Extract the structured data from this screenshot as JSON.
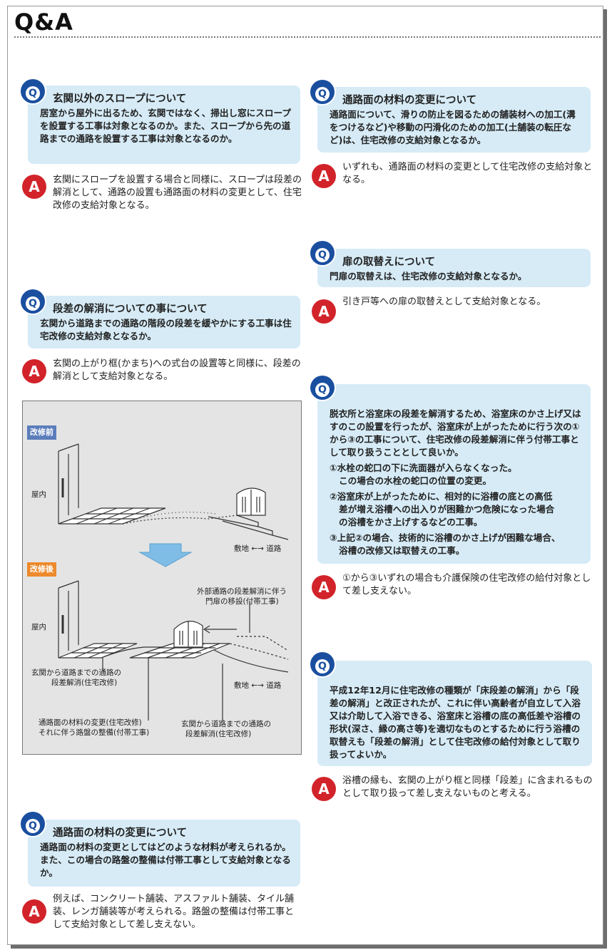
{
  "page_title": "Q&A",
  "badges": {
    "q": "Q",
    "a": "A"
  },
  "colors": {
    "q_badge": "#1a4fa0",
    "a_badge": "#d2232a",
    "q_box": "#d6ebf6",
    "before_label": "#5b7dbb",
    "after_label": "#ec8a2c",
    "arrow": "#7fbde6"
  },
  "qa": [
    {
      "q_title": "玄関以外のスロープについて",
      "q_body": "居室から屋外に出るため、玄関ではなく、掃出し窓にスロープを設置する工事は対象となるのか。また、スロープから先の道路までの通路を設置する工事は対象となるのか。",
      "a_text": "玄関にスロープを設置する場合と同様に、スロープは段差の解消として、通路の設置も通路面の材料の変更として、住宅改修の支給対象となる。"
    },
    {
      "q_title": "段差の解消についての事について",
      "q_body": "玄関から道路までの通路の階段の段差を緩やかにする工事は住宅改修の支給対象となるか。",
      "a_text": "玄関の上がり框(かまち)への式台の設置等と同様に、段差の解消として支給対象となる。"
    },
    {
      "q_title": "通路面の材料の変更について",
      "q_body": "通路面の材料の変更としてはどのような材料が考えられるか。また、この場合の路盤の整備は付帯工事として支給対象となるか。",
      "a_text": "例えば、コンクリート舗装、アスファルト舗装、タイル舗装、レンガ舗装等が考えられる。路盤の整備は付帯工事として支給対象として差し支えない。"
    },
    {
      "q_title": "通路面の材料の変更について",
      "q_body": "通路面について、滑りの防止を図るための舗装材への加工(溝をつけるなど)や移動の円滑化のための加工(土舗装の転圧など)は、住宅改修の支給対象となるか。",
      "a_text": "いずれも、通路面の材料の変更として住宅改修の支給対象となる。"
    },
    {
      "q_title": "扉の取替えについて",
      "q_body": "門扉の取替えは、住宅改修の支給対象となるか。",
      "a_text": "引き戸等への扉の取替えとして支給対象となる。"
    },
    {
      "q_title": "",
      "q_body": "脱衣所と浴室床の段差を解消するため、浴室床のかさ上げ又はすのこの設置を行ったが、浴室床が上がったために行う次の①から③の工事について、住宅改修の段差解消に伴う付帯工事として取り扱うこととして良いか。",
      "items": [
        [
          "①水栓の蛇口の下に洗面器が入らなくなった。",
          "この場合の水栓の蛇口の位置の変更。"
        ],
        [
          "②浴室床が上がったために、相対的に浴槽の底との高低",
          "差が増え浴槽への出入りが困難かつ危険になった場合",
          "の浴槽をかさ上げするなどの工事。"
        ],
        [
          "③上記②の場合、技術的に浴槽のかさ上げが困難な場合、",
          "浴槽の改修又は取替えの工事。"
        ]
      ],
      "a_text": "①から③いずれの場合も介護保険の住宅改修の給付対象として差し支えない。"
    },
    {
      "q_title": "",
      "q_body": "平成12年12月に住宅改修の種類が「床段差の解消」から「段差の解消」と改正されたが、これに伴い高齢者が自立して入浴又は介助して入浴できる、浴室床と浴槽の底の高低差や浴槽の形状(深さ、縁の高さ等)を適切なものとするために行う浴槽の取替えも「段差の解消」として住宅改修の給付対象として取り扱ってよいか。",
      "a_text": "浴槽の縁も、玄関の上がり框と同様「段差」に含まれるものとして取り扱って差し支えないものと考える。"
    }
  ],
  "figure": {
    "before_label": "改修前",
    "after_label": "改修後",
    "indoor_label": "屋内",
    "boundary_label": "敷地 ←→ 道路",
    "note_gate_1": "外部通路の段差解消に伴う",
    "note_gate_2": "門扉の移設(付帯工事)",
    "note_step_1": "玄関から道路までの通路の",
    "note_step_2": "段差解消(住宅改修)",
    "note_material_1": "通路面の材料の変更(住宅改修)",
    "note_material_2": "それに伴う路盤の整備(付帯工事)",
    "note_step_b_1": "玄関から道路までの通路の",
    "note_step_b_2": "段差解消(住宅改修)"
  }
}
